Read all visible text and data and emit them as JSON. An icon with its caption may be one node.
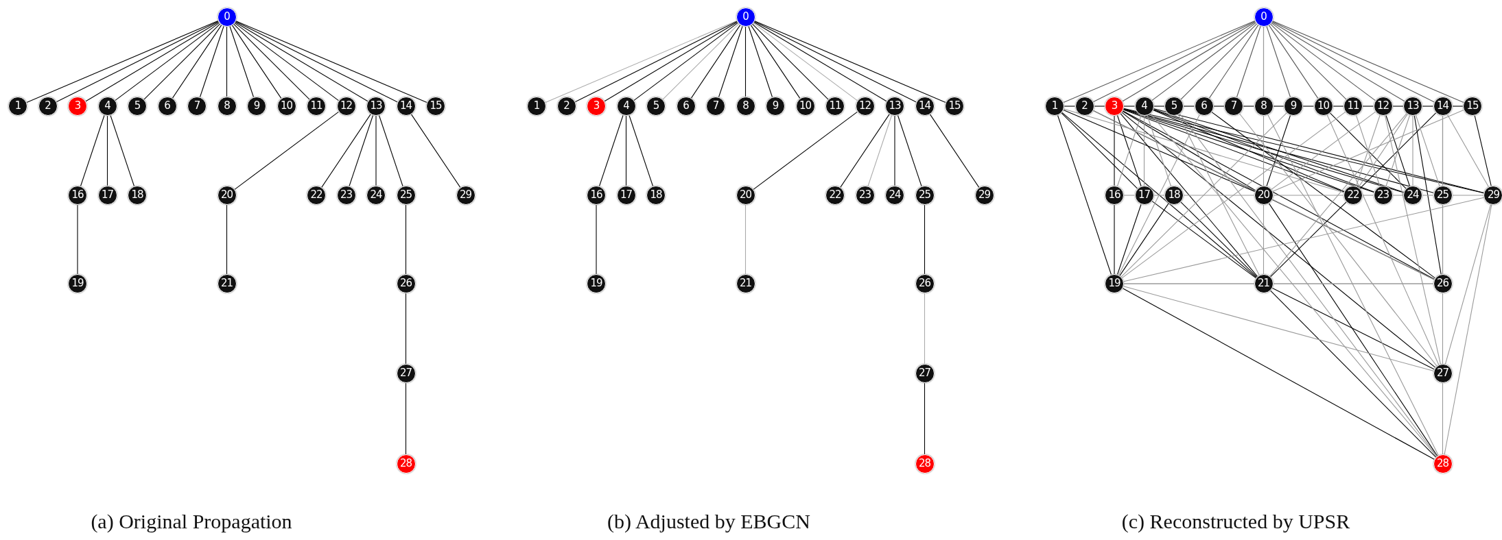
{
  "diagram": {
    "nodes": [
      {
        "text": [
          "0"
        ]
      },
      {
        "text": [
          "1"
        ]
      },
      {
        "text": [
          "2"
        ]
      },
      {
        "text": [
          "3"
        ]
      },
      {
        "text": [
          "4"
        ]
      },
      {
        "text": [
          "5"
        ]
      },
      {
        "text": [
          "6"
        ]
      },
      {
        "text": [
          "7"
        ]
      },
      {
        "text": [
          "8"
        ]
      },
      {
        "text": [
          "9"
        ]
      },
      {
        "text": [
          "10"
        ]
      },
      {
        "text": [
          "11"
        ]
      },
      {
        "text": [
          "12"
        ]
      },
      {
        "text": [
          "13"
        ]
      },
      {
        "text": [
          "14"
        ]
      },
      {
        "text": [
          "15"
        ]
      },
      {
        "text": [
          "16"
        ]
      },
      {
        "text": [
          "17"
        ]
      },
      {
        "text": [
          "18"
        ]
      },
      {
        "text": [
          "19"
        ]
      },
      {
        "text": [
          "20"
        ]
      },
      {
        "text": [
          "21"
        ]
      },
      {
        "text": [
          "22"
        ]
      },
      {
        "text": [
          "23"
        ]
      },
      {
        "text": [
          "24"
        ]
      },
      {
        "text": [
          "25"
        ]
      },
      {
        "text": [
          "26"
        ]
      },
      {
        "text": [
          "27"
        ]
      },
      {
        "text": [
          "28"
        ]
      },
      {
        "text": [
          "29"
        ]
      },
      {
        "text": [
          "0"
        ]
      },
      {
        "text": [
          "1"
        ]
      },
      {
        "text": [
          "2"
        ]
      },
      {
        "text": [
          "3"
        ]
      },
      {
        "text": [
          "4"
        ]
      },
      {
        "text": [
          "5"
        ]
      },
      {
        "text": [
          "6"
        ]
      },
      {
        "text": [
          "7"
        ]
      },
      {
        "text": [
          "8"
        ]
      },
      {
        "text": [
          "9"
        ]
      },
      {
        "text": [
          "10"
        ]
      },
      {
        "text": [
          "11"
        ]
      },
      {
        "text": [
          "12"
        ]
      },
      {
        "text": [
          "13"
        ]
      },
      {
        "text": [
          "14"
        ]
      },
      {
        "text": [
          "15"
        ]
      },
      {
        "text": [
          "16"
        ]
      },
      {
        "text": [
          "17"
        ]
      },
      {
        "text": [
          "18"
        ]
      },
      {
        "text": [
          "19"
        ]
      },
      {
        "text": [
          "20"
        ]
      },
      {
        "text": [
          "21"
        ]
      },
      {
        "text": [
          "22"
        ]
      },
      {
        "text": [
          "23"
        ]
      },
      {
        "text": [
          "24"
        ]
      },
      {
        "text": [
          "25"
        ]
      },
      {
        "text": [
          "26"
        ]
      },
      {
        "text": [
          "27"
        ]
      },
      {
        "text": [
          "28"
        ]
      },
      {
        "text": [
          "29"
        ]
      },
      {
        "text": [
          "0"
        ]
      },
      {
        "text": [
          "1"
        ]
      },
      {
        "text": [
          "2"
        ]
      },
      {
        "text": [
          "3"
        ]
      },
      {
        "text": [
          "4"
        ]
      },
      {
        "text": [
          "5"
        ]
      },
      {
        "text": [
          "6"
        ]
      },
      {
        "text": [
          "7"
        ]
      },
      {
        "text": [
          "8"
        ]
      },
      {
        "text": [
          "9"
        ]
      },
      {
        "text": [
          "10"
        ]
      },
      {
        "text": [
          "11"
        ]
      },
      {
        "text": [
          "12"
        ]
      },
      {
        "text": [
          "13"
        ]
      },
      {
        "text": [
          "14"
        ]
      },
      {
        "text": [
          "15"
        ]
      },
      {
        "text": [
          "16"
        ]
      },
      {
        "text": [
          "17"
        ]
      },
      {
        "text": [
          "18"
        ]
      },
      {
        "text": [
          "19"
        ]
      },
      {
        "text": [
          "20"
        ]
      },
      {
        "text": [
          "21"
        ]
      },
      {
        "text": [
          "22"
        ]
      },
      {
        "text": [
          "23"
        ]
      },
      {
        "text": [
          "24"
        ]
      },
      {
        "text": [
          "25"
        ]
      },
      {
        "text": [
          "26"
        ]
      },
      {
        "text": [
          "27"
        ]
      },
      {
        "text": [
          "28"
        ]
      },
      {
        "text": [
          "29"
        ]
      }
    ],
    "edges": [
      {
        "from": 0,
        "to": 1,
        "arrow": "none"
      },
      {
        "from": 0,
        "to": 2,
        "arrow": "none"
      },
      {
        "from": 0,
        "to": 3,
        "arrow": "none"
      },
      {
        "from": 0,
        "to": 4,
        "arrow": "none"
      },
      {
        "from": 0,
        "to": 5,
        "arrow": "none"
      },
      {
        "from": 0,
        "to": 6,
        "arrow": "none"
      },
      {
        "from": 0,
        "to": 7,
        "arrow": "none"
      },
      {
        "from": 0,
        "to": 8,
        "arrow": "none"
      },
      {
        "from": 0,
        "to": 9,
        "arrow": "none"
      },
      {
        "from": 0,
        "to": 10,
        "arrow": "none"
      },
      {
        "from": 0,
        "to": 11,
        "arrow": "none"
      },
      {
        "from": 0,
        "to": 12,
        "arrow": "none"
      },
      {
        "from": 0,
        "to": 13,
        "arrow": "none"
      },
      {
        "from": 0,
        "to": 14,
        "arrow": "none"
      },
      {
        "from": 0,
        "to": 15,
        "arrow": "none"
      },
      {
        "from": 4,
        "to": 16,
        "arrow": "none"
      },
      {
        "from": 4,
        "to": 17,
        "arrow": "none"
      },
      {
        "from": 4,
        "to": 18,
        "arrow": "none"
      },
      {
        "from": 16,
        "to": 19,
        "arrow": "none"
      },
      {
        "from": 12,
        "to": 20,
        "arrow": "none"
      },
      {
        "from": 20,
        "to": 21,
        "arrow": "none"
      },
      {
        "from": 13,
        "to": 22,
        "arrow": "none"
      },
      {
        "from": 13,
        "to": 23,
        "arrow": "none"
      },
      {
        "from": 13,
        "to": 24,
        "arrow": "none"
      },
      {
        "from": 13,
        "to": 25,
        "arrow": "none"
      },
      {
        "from": 25,
        "to": 26,
        "arrow": "none"
      },
      {
        "from": 26,
        "to": 27,
        "arrow": "none"
      },
      {
        "from": 27,
        "to": 28,
        "arrow": "none"
      },
      {
        "from": 14,
        "to": 29,
        "arrow": "none"
      },
      {
        "from": 30,
        "to": 31,
        "arrow": "none",
        "color": "#aaaaaa"
      },
      {
        "from": 30,
        "to": 32,
        "arrow": "none"
      },
      {
        "from": 30,
        "to": 33,
        "arrow": "none"
      },
      {
        "from": 30,
        "to": 34,
        "arrow": "none"
      },
      {
        "from": 30,
        "to": 35,
        "arrow": "none",
        "color": "#aaaaaa"
      },
      {
        "from": 30,
        "to": 36,
        "arrow": "none"
      },
      {
        "from": 30,
        "to": 37,
        "arrow": "none"
      },
      {
        "from": 30,
        "to": 38,
        "arrow": "none"
      },
      {
        "from": 30,
        "to": 39,
        "arrow": "none"
      },
      {
        "from": 30,
        "to": 40,
        "arrow": "none"
      },
      {
        "from": 30,
        "to": 41,
        "arrow": "none"
      },
      {
        "from": 30,
        "to": 42,
        "arrow": "none",
        "color": "#aaaaaa"
      },
      {
        "from": 30,
        "to": 43,
        "arrow": "none"
      },
      {
        "from": 30,
        "to": 44,
        "arrow": "none"
      },
      {
        "from": 30,
        "to": 45,
        "arrow": "none"
      },
      {
        "from": 34,
        "to": 46,
        "arrow": "none"
      },
      {
        "from": 34,
        "to": 47,
        "arrow": "none"
      },
      {
        "from": 34,
        "to": 48,
        "arrow": "none"
      },
      {
        "from": 46,
        "to": 49,
        "arrow": "none"
      },
      {
        "from": 42,
        "to": 50,
        "arrow": "none"
      },
      {
        "from": 50,
        "to": 51,
        "arrow": "none",
        "color": "#aaaaaa"
      },
      {
        "from": 43,
        "to": 52,
        "arrow": "none"
      },
      {
        "from": 43,
        "to": 53,
        "arrow": "none",
        "color": "#aaaaaa"
      },
      {
        "from": 43,
        "to": 54,
        "arrow": "none"
      },
      {
        "from": 43,
        "to": 55,
        "arrow": "none"
      },
      {
        "from": 55,
        "to": 56,
        "arrow": "none"
      },
      {
        "from": 56,
        "to": 57,
        "arrow": "none",
        "color": "#aaaaaa"
      },
      {
        "from": 57,
        "to": 58,
        "arrow": "none"
      },
      {
        "from": 44,
        "to": 59,
        "arrow": "none"
      },
      {
        "from": 60,
        "to": 61,
        "arrow": "none",
        "color": "#555555"
      },
      {
        "from": 60,
        "to": 62,
        "arrow": "none",
        "color": "#555555"
      },
      {
        "from": 60,
        "to": 63,
        "arrow": "none",
        "color": "#555555"
      },
      {
        "from": 60,
        "to": 64,
        "arrow": "none",
        "color": "#555555"
      },
      {
        "from": 60,
        "to": 65,
        "arrow": "none",
        "color": "#555555"
      },
      {
        "from": 60,
        "to": 66,
        "arrow": "none",
        "color": "#555555"
      },
      {
        "from": 60,
        "to": 67,
        "arrow": "none",
        "color": "#555555"
      },
      {
        "from": 60,
        "to": 68,
        "arrow": "none",
        "color": "#555555"
      },
      {
        "from": 60,
        "to": 69,
        "arrow": "none",
        "color": "#555555"
      },
      {
        "from": 60,
        "to": 70,
        "arrow": "none",
        "color": "#555555"
      },
      {
        "from": 60,
        "to": 71,
        "arrow": "none",
        "color": "#555555"
      },
      {
        "from": 60,
        "to": 72,
        "arrow": "none",
        "color": "#555555"
      },
      {
        "from": 60,
        "to": 73,
        "arrow": "none",
        "color": "#555555"
      },
      {
        "from": 60,
        "to": 74,
        "arrow": "none",
        "color": "#555555"
      },
      {
        "from": 60,
        "to": 75,
        "arrow": "none",
        "color": "#555555"
      },
      {
        "from": 61,
        "to": 62,
        "arrow": "none"
      },
      {
        "from": 62,
        "to": 63,
        "arrow": "none"
      },
      {
        "from": 63,
        "to": 64,
        "arrow": "none"
      },
      {
        "from": 64,
        "to": 65,
        "arrow": "none"
      },
      {
        "from": 65,
        "to": 66,
        "arrow": "none"
      },
      {
        "from": 66,
        "to": 67,
        "arrow": "none"
      },
      {
        "from": 67,
        "to": 68,
        "arrow": "none"
      },
      {
        "from": 68,
        "to": 69,
        "arrow": "none"
      },
      {
        "from": 69,
        "to": 70,
        "arrow": "none"
      },
      {
        "from": 70,
        "to": 71,
        "arrow": "none"
      },
      {
        "from": 71,
        "to": 72,
        "arrow": "none"
      },
      {
        "from": 72,
        "to": 73,
        "arrow": "none"
      },
      {
        "from": 73,
        "to": 74,
        "arrow": "none"
      },
      {
        "from": 74,
        "to": 75,
        "arrow": "none"
      },
      {
        "from": 63,
        "to": 76,
        "arrow": "none"
      },
      {
        "from": 63,
        "to": 77,
        "arrow": "none"
      },
      {
        "from": 63,
        "to": 80,
        "arrow": "none"
      },
      {
        "from": 63,
        "to": 81,
        "arrow": "none"
      },
      {
        "from": 63,
        "to": 82,
        "arrow": "none"
      },
      {
        "from": 63,
        "to": 83,
        "arrow": "none"
      },
      {
        "from": 63,
        "to": 84,
        "arrow": "none"
      },
      {
        "from": 63,
        "to": 85,
        "arrow": "none"
      },
      {
        "from": 63,
        "to": 89,
        "arrow": "none"
      },
      {
        "from": 63,
        "to": 86,
        "arrow": "none"
      },
      {
        "from": 63,
        "to": 87,
        "arrow": "none"
      },
      {
        "from": 64,
        "to": 82,
        "arrow": "none"
      },
      {
        "from": 64,
        "to": 84,
        "arrow": "none"
      },
      {
        "from": 64,
        "to": 89,
        "arrow": "none"
      },
      {
        "from": 64,
        "to": 83,
        "arrow": "none"
      },
      {
        "from": 74,
        "to": 82,
        "arrow": "none"
      },
      {
        "from": 82,
        "to": 81,
        "arrow": "none"
      },
      {
        "from": 80,
        "to": 88,
        "arrow": "none"
      },
      {
        "from": 81,
        "to": 88,
        "arrow": "none"
      },
      {
        "from": 80,
        "to": 86,
        "arrow": "none"
      },
      {
        "from": 61,
        "to": 79,
        "arrow": "none"
      },
      {
        "from": 61,
        "to": 77,
        "arrow": "none"
      },
      {
        "from": 61,
        "to": 81,
        "arrow": "none"
      },
      {
        "from": 72,
        "to": 84,
        "arrow": "none"
      },
      {
        "from": 69,
        "to": 80,
        "arrow": "none"
      },
      {
        "from": 66,
        "to": 86,
        "arrow": "none"
      },
      {
        "from": 76,
        "to": 79,
        "arrow": "none"
      },
      {
        "from": 79,
        "to": 88,
        "arrow": "none"
      },
      {
        "from": 61,
        "to": 80,
        "arrow": "none"
      },
      {
        "from": 62,
        "to": 80,
        "arrow": "none"
      },
      {
        "from": 74,
        "to": 86,
        "arrow": "none"
      },
      {
        "from": 75,
        "to": 89,
        "arrow": "none"
      },
      {
        "from": 73,
        "to": 86,
        "arrow": "none"
      },
      {
        "from": 70,
        "to": 84,
        "arrow": "none"
      },
      {
        "from": 77,
        "to": 79,
        "arrow": "none"
      },
      {
        "from": 78,
        "to": 79,
        "arrow": "none"
      },
      {
        "from": 81,
        "to": 87,
        "arrow": "none"
      },
      {
        "from": 77,
        "to": 81,
        "arrow": "none"
      },
      {
        "from": 78,
        "to": 81,
        "arrow": "none"
      },
      {
        "from": 76,
        "to": 77,
        "arrow": "none",
        "color": "#999999"
      },
      {
        "from": 77,
        "to": 78,
        "arrow": "none",
        "color": "#999999"
      },
      {
        "from": 78,
        "to": 80,
        "arrow": "none",
        "color": "#999999"
      },
      {
        "from": 80,
        "to": 82,
        "arrow": "none",
        "color": "#999999"
      },
      {
        "from": 82,
        "to": 83,
        "arrow": "none",
        "color": "#999999"
      },
      {
        "from": 83,
        "to": 84,
        "arrow": "none",
        "color": "#999999"
      },
      {
        "from": 84,
        "to": 85,
        "arrow": "none",
        "color": "#999999"
      },
      {
        "from": 85,
        "to": 89,
        "arrow": "none",
        "color": "#999999"
      },
      {
        "from": 79,
        "to": 81,
        "arrow": "none",
        "color": "#999999"
      },
      {
        "from": 81,
        "to": 86,
        "arrow": "none",
        "color": "#999999"
      },
      {
        "from": 60,
        "to": 80,
        "arrow": "none",
        "color": "#999999"
      },
      {
        "from": 74,
        "to": 85,
        "arrow": "none",
        "color": "#999999"
      },
      {
        "from": 85,
        "to": 86,
        "arrow": "none",
        "color": "#999999"
      },
      {
        "from": 86,
        "to": 87,
        "arrow": "none",
        "color": "#999999"
      },
      {
        "from": 87,
        "to": 88,
        "arrow": "none",
        "color": "#999999"
      },
      {
        "from": 89,
        "to": 88,
        "arrow": "none",
        "color": "#999999"
      },
      {
        "from": 89,
        "to": 87,
        "arrow": "none",
        "color": "#999999"
      },
      {
        "from": 89,
        "to": 79,
        "arrow": "none",
        "color": "#999999"
      },
      {
        "from": 79,
        "to": 87,
        "arrow": "none",
        "color": "#999999"
      },
      {
        "from": 79,
        "to": 86,
        "arrow": "none",
        "color": "#999999"
      },
      {
        "from": 72,
        "to": 82,
        "arrow": "none",
        "color": "#999999"
      },
      {
        "from": 71,
        "to": 83,
        "arrow": "none",
        "color": "#999999"
      },
      {
        "from": 65,
        "to": 81,
        "arrow": "none",
        "color": "#999999"
      },
      {
        "from": 67,
        "to": 87,
        "arrow": "none",
        "color": "#999999"
      },
      {
        "from": 68,
        "to": 88,
        "arrow": "none",
        "color": "#999999"
      },
      {
        "from": 62,
        "to": 86,
        "arrow": "none",
        "color": "#999999"
      },
      {
        "from": 61,
        "to": 82,
        "arrow": "none",
        "color": "#999999"
      },
      {
        "from": 70,
        "to": 87,
        "arrow": "none",
        "color": "#999999"
      },
      {
        "from": 69,
        "to": 79,
        "arrow": "none",
        "color": "#999999"
      },
      {
        "from": 75,
        "to": 80,
        "arrow": "none",
        "color": "#999999"
      },
      {
        "from": 73,
        "to": 81,
        "arrow": "none",
        "color": "#999999"
      },
      {
        "from": 71,
        "to": 79,
        "arrow": "none",
        "color": "#999999"
      },
      {
        "from": 66,
        "to": 79,
        "arrow": "none",
        "color": "#999999"
      },
      {
        "from": 64,
        "to": 88,
        "arrow": "none",
        "color": "#999999"
      },
      {
        "from": 65,
        "to": 88,
        "arrow": "none",
        "color": "#999999"
      },
      {
        "from": 72,
        "to": 87,
        "arrow": "none",
        "color": "#999999"
      },
      {
        "from": 64,
        "to": 76,
        "arrow": "none",
        "color": "#999999"
      },
      {
        "from": 64,
        "to": 77,
        "arrow": "none",
        "color": "#999999"
      },
      {
        "from": 64,
        "to": 78,
        "arrow": "none",
        "color": "#999999"
      },
      {
        "from": 72,
        "to": 80,
        "arrow": "none",
        "color": "#999999"
      },
      {
        "from": 80,
        "to": 81,
        "arrow": "none",
        "color": "#999999"
      },
      {
        "from": 73,
        "to": 82,
        "arrow": "none",
        "color": "#999999"
      },
      {
        "from": 73,
        "to": 83,
        "arrow": "none",
        "color": "#999999"
      },
      {
        "from": 73,
        "to": 84,
        "arrow": "none",
        "color": "#999999"
      },
      {
        "from": 73,
        "to": 85,
        "arrow": "none",
        "color": "#999999"
      },
      {
        "from": 74,
        "to": 89,
        "arrow": "none",
        "color": "#999999"
      }
    ],
    "labels": [
      "(a) Original Propagation",
      "(b) Adjusted by EBGCN",
      "(c) Reconstructed by UPSR"
    ]
  }
}
